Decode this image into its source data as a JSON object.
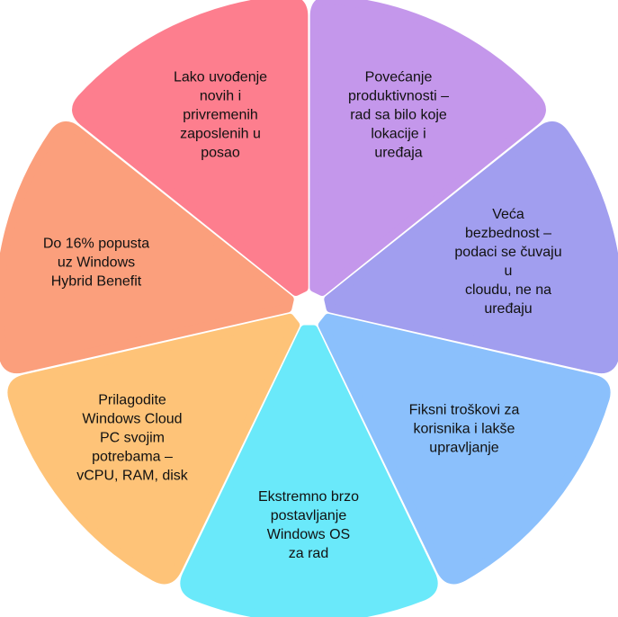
{
  "diagram": {
    "segments": [
      {
        "id": "productivity",
        "text": "Povećanje\nproduktivnosti –\nrad sa bilo koje\nlokacije i\nuređaja",
        "color": "#C497EB"
      },
      {
        "id": "security",
        "text": "Veća bezbednost –\npodaci se čuvaju u\ncloudu, ne na uređaju",
        "color": "#A19EEF"
      },
      {
        "id": "fixed-costs",
        "text": "Fiksni troškovi za\nkorisnika i lakše\nupravljanje",
        "color": "#8BC0FC"
      },
      {
        "id": "fast-deployment",
        "text": "Ekstremno brzo\npostavljanje\nWindows OS\nza rad",
        "color": "#6AE9FA"
      },
      {
        "id": "customize",
        "text": "Prilagodite\nWindows Cloud\nPC svojim\npotrebama –\nvCPU, RAM, disk",
        "color": "#FEC378"
      },
      {
        "id": "discount",
        "text": "Do 16% popusta\nuz Windows\nHybrid Benefit",
        "color": "#FB9F7C"
      },
      {
        "id": "onboarding",
        "text": "Lako uvođenje\nnovih i\nprivremenih\nzaposlenih u\nposao",
        "color": "#FD7E8E"
      }
    ]
  }
}
